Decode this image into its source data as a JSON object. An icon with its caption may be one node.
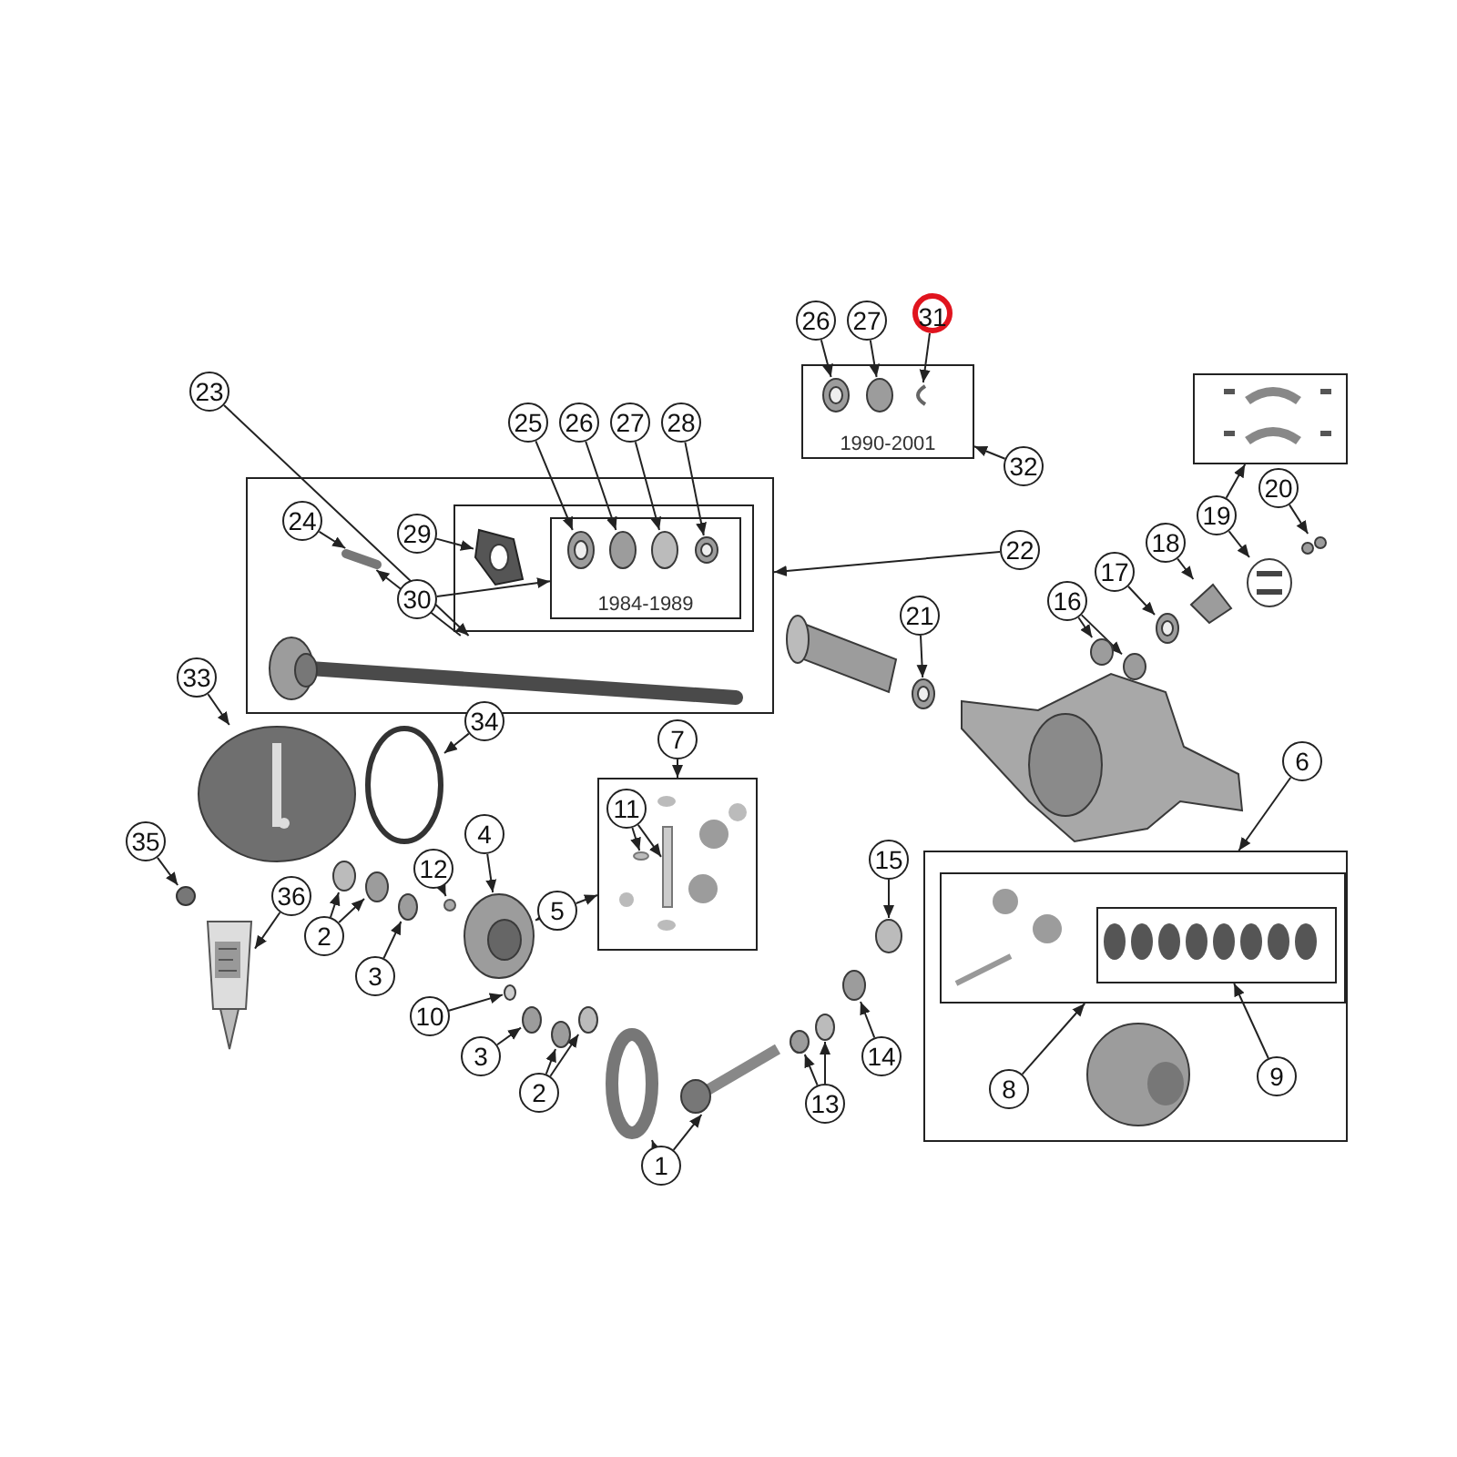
{
  "diagram": {
    "nodes": [
      {
        "text": [],
        "shape": "box"
      },
      {
        "text": [
          "23"
        ]
      },
      {
        "text": [
          "24"
        ],
        "in": 0
      },
      {
        "text": [
          "25"
        ]
      },
      {
        "text": [
          "26"
        ]
      },
      {
        "text": [
          "27"
        ]
      },
      {
        "text": [
          "28"
        ]
      },
      {
        "text": [
          "29"
        ],
        "in": 0
      },
      {
        "text": [
          "30"
        ],
        "in": 0
      },
      {
        "text": [],
        "shape": "box",
        "in": 0
      },
      {
        "text": [
          "1984-1989"
        ],
        "in": 9
      },
      {
        "text": [
          "26"
        ]
      },
      {
        "text": [
          "27"
        ]
      },
      {
        "text": [
          "31"
        ]
      },
      {
        "text": [
          "1990-2001"
        ]
      },
      {
        "text": [
          "32"
        ]
      },
      {
        "text": [
          "22"
        ]
      },
      {
        "text": [],
        "shape": "box"
      },
      {
        "text": [
          "20"
        ]
      },
      {
        "text": [
          "19"
        ]
      },
      {
        "text": [
          "18"
        ]
      },
      {
        "text": [
          "17"
        ]
      },
      {
        "text": [
          "16"
        ]
      },
      {
        "text": [
          "21"
        ]
      },
      {
        "text": [
          "33"
        ]
      },
      {
        "text": [
          "34"
        ]
      },
      {
        "text": [
          "35"
        ]
      },
      {
        "text": [
          "7"
        ]
      },
      {
        "text": [],
        "shape": "box"
      },
      {
        "text": [
          "11"
        ],
        "in": 28
      },
      {
        "text": [
          "6"
        ]
      },
      {
        "text": [],
        "shape": "box"
      },
      {
        "text": [],
        "shape": "box",
        "in": 31
      },
      {
        "text": [],
        "shape": "box",
        "in": 32
      },
      {
        "text": [
          "8"
        ],
        "in": 31
      },
      {
        "text": [
          "9"
        ],
        "in": 31
      },
      {
        "text": [
          "36"
        ]
      },
      {
        "text": [
          "12"
        ]
      },
      {
        "text": [
          "4"
        ]
      },
      {
        "text": [
          "5"
        ]
      },
      {
        "text": [
          "2"
        ]
      },
      {
        "text": [
          "3"
        ]
      },
      {
        "text": [
          "10"
        ]
      },
      {
        "text": [
          "3"
        ]
      },
      {
        "text": [
          "2"
        ]
      },
      {
        "text": [
          "1"
        ]
      },
      {
        "text": [
          "13"
        ]
      },
      {
        "text": [
          "14"
        ]
      },
      {
        "text": [
          "15"
        ]
      },
      {
        "text": [],
        "shape": "picture",
        "in": 0
      },
      {
        "text": [],
        "shape": "bar",
        "in": 0
      },
      {
        "text": [],
        "shape": "picture",
        "in": 9
      },
      {
        "text": [],
        "shape": "circle",
        "in": 10
      },
      {
        "text": [],
        "shape": "circle",
        "in": 10
      },
      {
        "text": [],
        "shape": "circle",
        "in": 10
      },
      {
        "text": [],
        "shape": "circle",
        "in": 10
      },
      {
        "text": [],
        "shape": "circle",
        "in": 14
      },
      {
        "text": [],
        "shape": "circle",
        "in": 14
      },
      {
        "text": [],
        "shape": "picture",
        "in": 14
      },
      {
        "text": [],
        "shape": "picture"
      },
      {
        "text": [],
        "shape": "picture"
      },
      {
        "text": [],
        "shape": "picture"
      },
      {
        "text": [],
        "shape": "circle"
      },
      {
        "text": [],
        "shape": "circle"
      },
      {
        "text": [],
        "shape": "circle"
      },
      {
        "text": [],
        "shape": "circle"
      },
      {
        "text": [],
        "shape": "picture"
      },
      {
        "text": [],
        "shape": "circle"
      },
      {
        "text": [],
        "shape": "circle"
      },
      {
        "text": [],
        "shape": "bar",
        "in": 28
      },
      {
        "text": [],
        "shape": "circle",
        "in": 28
      },
      {
        "text": [],
        "shape": "picture"
      },
      {
        "text": [],
        "shape": "circle"
      },
      {
        "text": [],
        "shape": "picture"
      },
      {
        "text": [],
        "shape": "circle"
      },
      {
        "text": [],
        "shape": "circle"
      },
      {
        "text": [],
        "shape": "circle"
      },
      {
        "text": [],
        "shape": "circle"
      },
      {
        "text": [],
        "shape": "circle"
      },
      {
        "text": [],
        "shape": "circle"
      },
      {
        "text": [],
        "shape": "circle"
      },
      {
        "text": [],
        "shape": "circle"
      },
      {
        "text": [],
        "shape": "picture"
      },
      {
        "text": [],
        "shape": "circle"
      },
      {
        "text": [],
        "shape": "circle"
      },
      {
        "text": [],
        "shape": "circle"
      },
      {
        "text": [],
        "shape": "circle"
      }
    ],
    "edges": [
      {
        "from": 1,
        "to": 49,
        "arrow": "to"
      },
      {
        "from": 2,
        "to": 50,
        "arrow": "to"
      },
      {
        "from": 49,
        "to": 50,
        "arrow": "to"
      },
      {
        "from": 3,
        "to": 52,
        "arrow": "to"
      },
      {
        "from": 4,
        "to": 53,
        "arrow": "to"
      },
      {
        "from": 5,
        "to": 54,
        "arrow": "to"
      },
      {
        "from": 6,
        "to": 55,
        "arrow": "to"
      },
      {
        "from": 7,
        "to": 51,
        "arrow": "to"
      },
      {
        "from": 8,
        "to": 10,
        "arrow": "to"
      },
      {
        "from": 11,
        "to": 56,
        "arrow": "to"
      },
      {
        "from": 12,
        "to": 57,
        "arrow": "to"
      },
      {
        "from": 13,
        "to": 58,
        "arrow": "to"
      },
      {
        "from": 15,
        "to": 14,
        "arrow": "to"
      },
      {
        "from": 16,
        "to": 0,
        "arrow": "to"
      },
      {
        "from": 19,
        "to": 17,
        "arrow": "to"
      },
      {
        "from": 19,
        "to": 59,
        "arrow": "to"
      },
      {
        "from": 18,
        "to": 60,
        "arrow": "to"
      },
      {
        "from": 20,
        "to": 61,
        "arrow": "to"
      },
      {
        "from": 21,
        "to": 62,
        "arrow": "to"
      },
      {
        "from": 22,
        "to": 63,
        "arrow": "to"
      },
      {
        "from": 22,
        "to": 64,
        "arrow": "to"
      },
      {
        "from": 23,
        "to": 65,
        "arrow": "to"
      },
      {
        "from": 24,
        "to": 66,
        "arrow": "to"
      },
      {
        "from": 25,
        "to": 67,
        "arrow": "to"
      },
      {
        "from": 26,
        "to": 68,
        "arrow": "to"
      },
      {
        "from": 27,
        "to": 28,
        "arrow": "to"
      },
      {
        "from": 29,
        "to": 69,
        "arrow": "to"
      },
      {
        "from": 29,
        "to": 70,
        "arrow": "to"
      },
      {
        "from": 30,
        "to": 31,
        "arrow": "to"
      },
      {
        "from": 34,
        "to": 32,
        "arrow": "to"
      },
      {
        "from": 35,
        "to": 33,
        "arrow": "to"
      },
      {
        "from": 36,
        "to": 71,
        "arrow": "to"
      },
      {
        "from": 37,
        "to": 72,
        "arrow": "to"
      },
      {
        "from": 38,
        "to": 73,
        "arrow": "to"
      },
      {
        "from": 39,
        "to": 73,
        "arrow": "to"
      },
      {
        "from": 39,
        "to": 28,
        "arrow": "to"
      },
      {
        "from": 40,
        "to": 74,
        "arrow": "to"
      },
      {
        "from": 40,
        "to": 75,
        "arrow": "to"
      },
      {
        "from": 41,
        "to": 76,
        "arrow": "to"
      },
      {
        "from": 42,
        "to": 77,
        "arrow": "to"
      },
      {
        "from": 43,
        "to": 78,
        "arrow": "to"
      },
      {
        "from": 44,
        "to": 79,
        "arrow": "to"
      },
      {
        "from": 44,
        "to": 80,
        "arrow": "to"
      },
      {
        "from": 45,
        "to": 81,
        "arrow": "to"
      },
      {
        "from": 45,
        "to": 82,
        "arrow": "to"
      },
      {
        "from": 46,
        "to": 83,
        "arrow": "to"
      },
      {
        "from": 46,
        "to": 84,
        "arrow": "to"
      },
      {
        "from": 47,
        "to": 85,
        "arrow": "to"
      },
      {
        "from": 48,
        "to": 86,
        "arrow": "to"
      }
    ]
  }
}
